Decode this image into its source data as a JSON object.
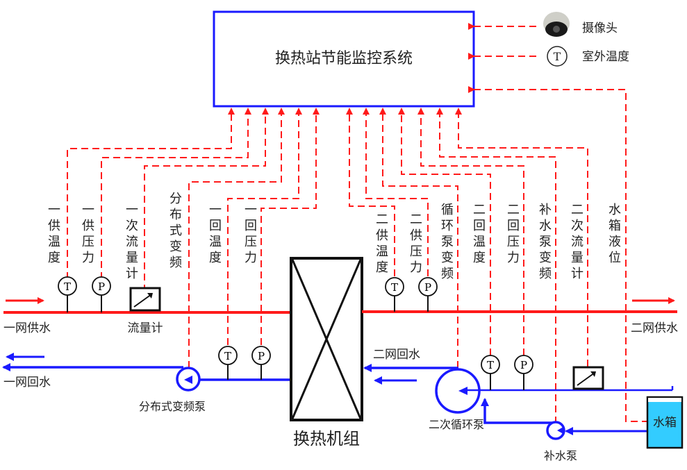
{
  "title": "换热站节能监控系统",
  "legend": {
    "camera": "摄像头",
    "outdoor_temp": "室外温度",
    "temp_symbol": "T",
    "pressure_symbol": "P"
  },
  "primary_sensors": [
    "一供温度",
    "一供压力",
    "一次流量计",
    "分布式变频",
    "一回温度",
    "一回压力"
  ],
  "secondary_sensors": [
    "二供温度",
    "二供压力",
    "循环泵变频",
    "二回温度",
    "二回压力",
    "补水泵变频",
    "二次流量计",
    "水箱液位"
  ],
  "pipes": {
    "primary_supply": "一网供水",
    "primary_return": "一网回水",
    "secondary_supply": "二网供水",
    "secondary_return": "二网回水"
  },
  "equipment": {
    "flow_meter": "流量计",
    "distributed_pump": "分布式变频泵",
    "heat_exchanger": "换热机组",
    "secondary_circ_pump": "二次循环泵",
    "makeup_pump": "补水泵",
    "water_tank": "水箱"
  },
  "colors": {
    "supply": "#ff1a1a",
    "return": "#1a1aff",
    "signal": "#ff1a1a",
    "tank_water": "#33ccff",
    "system_box": "#1a1aff"
  }
}
